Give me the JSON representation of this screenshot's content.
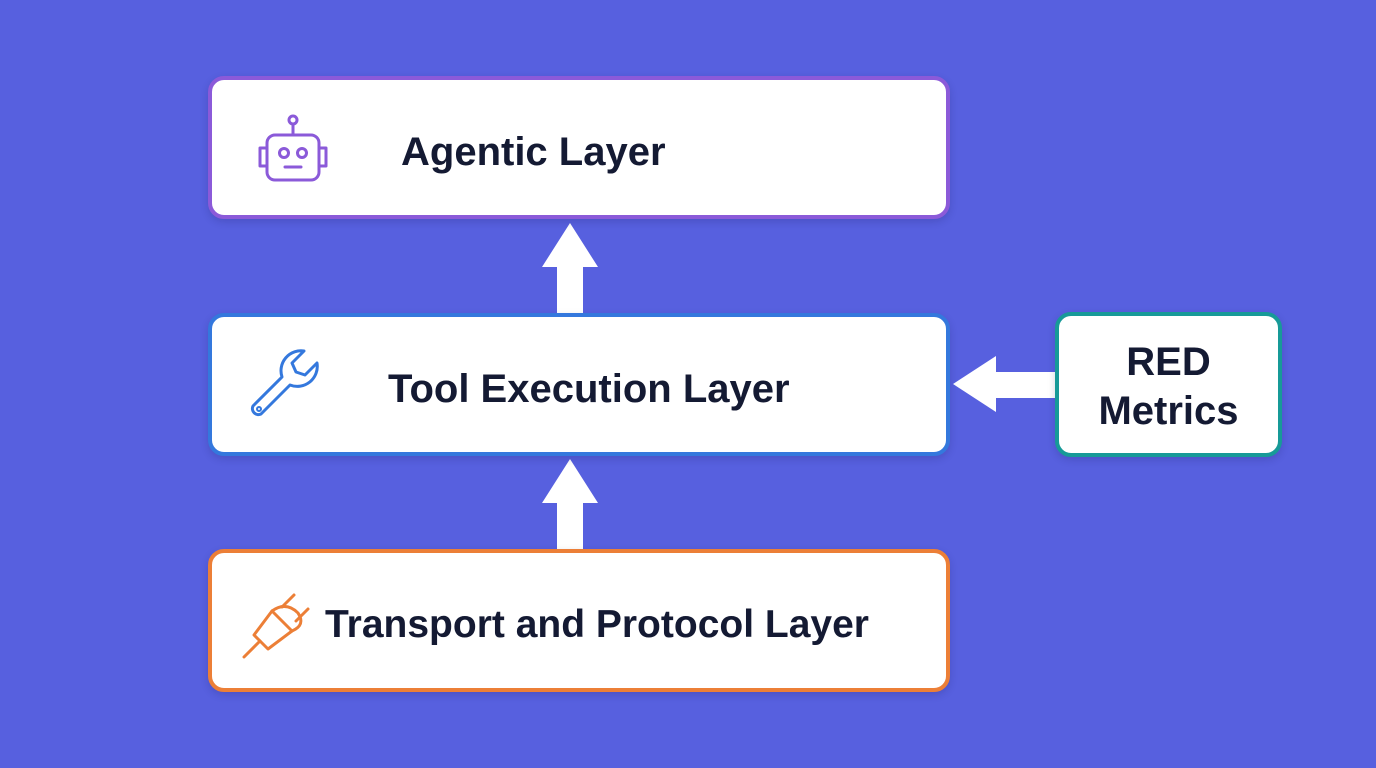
{
  "colors": {
    "background": "#5760df",
    "arrow": "#ffffff",
    "agentic_border": "#8b5ad9",
    "tool_border": "#3478dd",
    "transport_border": "#ec7f37",
    "red_border": "#179a98",
    "text": "#141a33"
  },
  "layers": {
    "agentic": {
      "label": "Agentic Layer",
      "icon": "robot-icon"
    },
    "tool_execution": {
      "label": "Tool Execution Layer",
      "icon": "wrench-icon"
    },
    "transport": {
      "label": "Transport and Protocol Layer",
      "icon": "plug-icon"
    }
  },
  "red_metrics": {
    "line1": "RED",
    "line2": "Metrics"
  },
  "connections": [
    {
      "from": "transport",
      "to": "tool_execution",
      "direction": "up"
    },
    {
      "from": "tool_execution",
      "to": "agentic",
      "direction": "up"
    },
    {
      "from": "red_metrics",
      "to": "tool_execution",
      "direction": "left"
    }
  ]
}
